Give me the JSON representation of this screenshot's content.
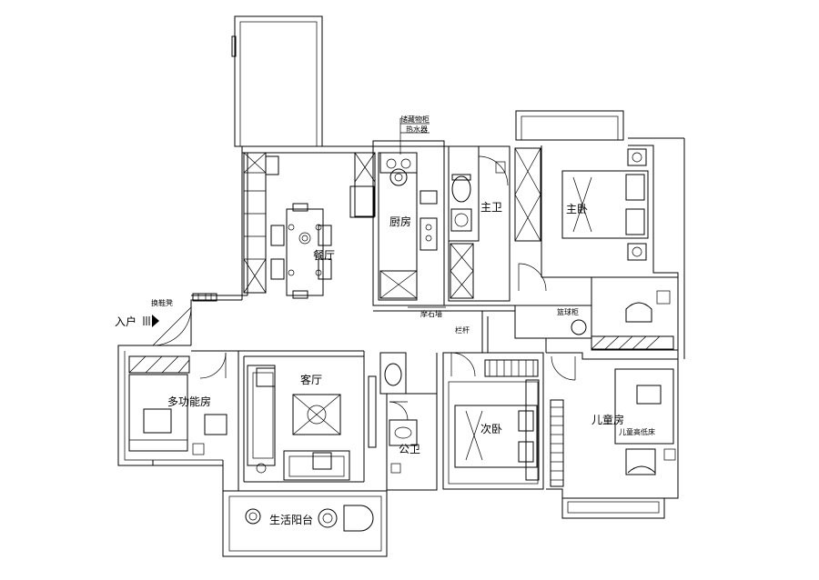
{
  "rooms": {
    "dining": "餐厅",
    "kitchen": "厨房",
    "master_bath": "主卫",
    "master_bedroom": "主卧",
    "living": "客厅",
    "multi_function": "多功能房",
    "secondary_bedroom": "次卧",
    "public_bath": "公卫",
    "children_room": "儿童房",
    "balcony": "生活阳台"
  },
  "annotations": {
    "entrance": "入户",
    "shoe_bench": "换鞋凳",
    "storage_cabinet": "储藏物柜",
    "water_heater": "热水器",
    "tall_cabinet": "摩石墙",
    "railing": "栏杆",
    "ball_cabinet": "篮球柜",
    "kids_bed": "儿童高低床"
  }
}
